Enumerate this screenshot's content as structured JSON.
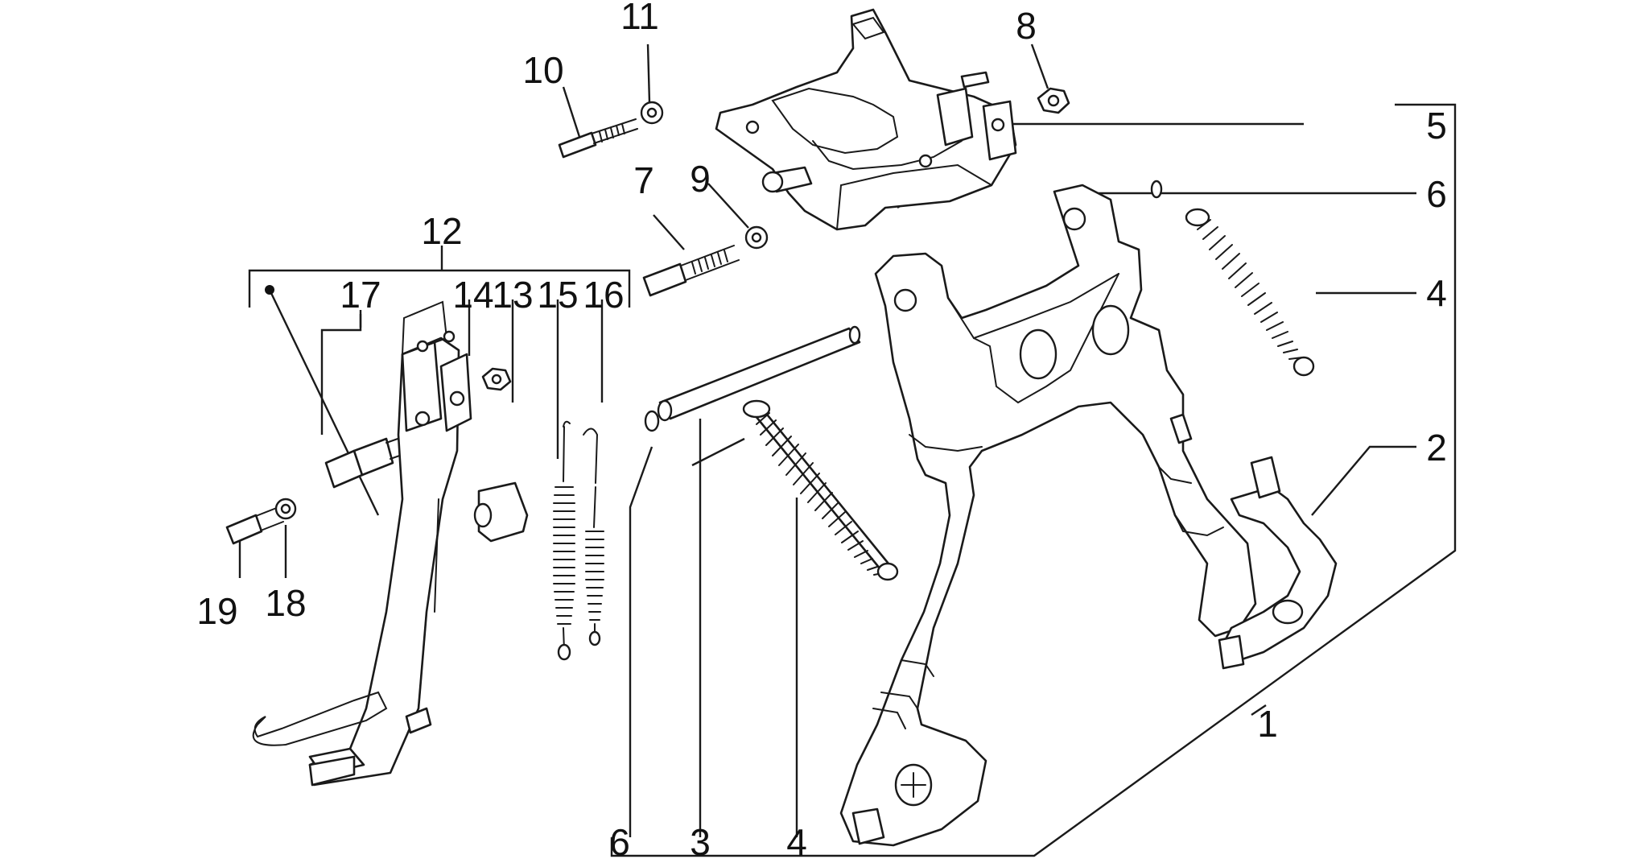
{
  "diagram": {
    "callouts": [
      {
        "id": "c1",
        "text": "1"
      },
      {
        "id": "c2",
        "text": "2"
      },
      {
        "id": "c3",
        "text": "3"
      },
      {
        "id": "c4a",
        "text": "4"
      },
      {
        "id": "c4b",
        "text": "4"
      },
      {
        "id": "c5",
        "text": "5"
      },
      {
        "id": "c6a",
        "text": "6"
      },
      {
        "id": "c6b",
        "text": "6"
      },
      {
        "id": "c7",
        "text": "7"
      },
      {
        "id": "c8",
        "text": "8"
      },
      {
        "id": "c9",
        "text": "9"
      },
      {
        "id": "c10",
        "text": "10"
      },
      {
        "id": "c11",
        "text": "11"
      },
      {
        "id": "c12",
        "text": "12"
      },
      {
        "id": "c13",
        "text": "13"
      },
      {
        "id": "c14",
        "text": "14"
      },
      {
        "id": "c15",
        "text": "15"
      },
      {
        "id": "c16",
        "text": "16"
      },
      {
        "id": "c17",
        "text": "17"
      },
      {
        "id": "c18",
        "text": "18"
      },
      {
        "id": "c19",
        "text": "19"
      }
    ],
    "colors": {
      "line": "#1a1a1a",
      "background": "#ffffff",
      "text": "#111111"
    }
  }
}
